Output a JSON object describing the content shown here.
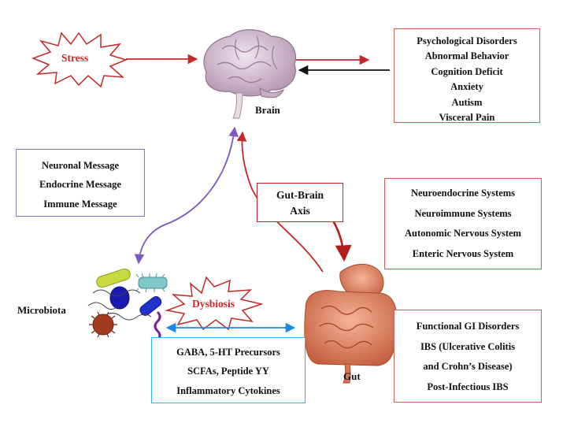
{
  "stress": {
    "label": "Stress"
  },
  "dysbiosis": {
    "label": "Dysbiosis"
  },
  "labels": {
    "brain": "Brain",
    "gut": "Gut",
    "microbiota": "Microbiota"
  },
  "axis_box": {
    "lines": [
      "Gut-Brain",
      "Axis"
    ]
  },
  "disorders_box": {
    "lines": [
      "Psychological Disorders",
      "Abnormal Behavior",
      "Cognition Deficit",
      "Anxiety",
      "Autism",
      "Visceral Pain"
    ]
  },
  "messages_box": {
    "lines": [
      "Neuronal Message",
      "Endocrine Message",
      "Immune Message"
    ]
  },
  "systems_box": {
    "lines": [
      "Neuroendocrine Systems",
      "Neuroimmune Systems",
      "Autonomic Nervous System",
      "Enteric Nervous System"
    ]
  },
  "gi_box": {
    "lines": [
      "Functional GI Disorders",
      "IBS  (Ulcerative Colitis",
      "and Crohn’s Disease)",
      "Post-Infectious IBS"
    ]
  },
  "metabolites_box": {
    "lines": [
      "GABA, 5-HT Precursors",
      "SCFAs, Peptide YY",
      "Inflammatory Cytokines"
    ]
  },
  "colors": {
    "red": "#c62828",
    "dark_red": "#b71c1c",
    "purple": "#7e57c2",
    "blue": "#1e88e5",
    "cyan": "#29b6f6",
    "box_red": "#c9605a"
  }
}
